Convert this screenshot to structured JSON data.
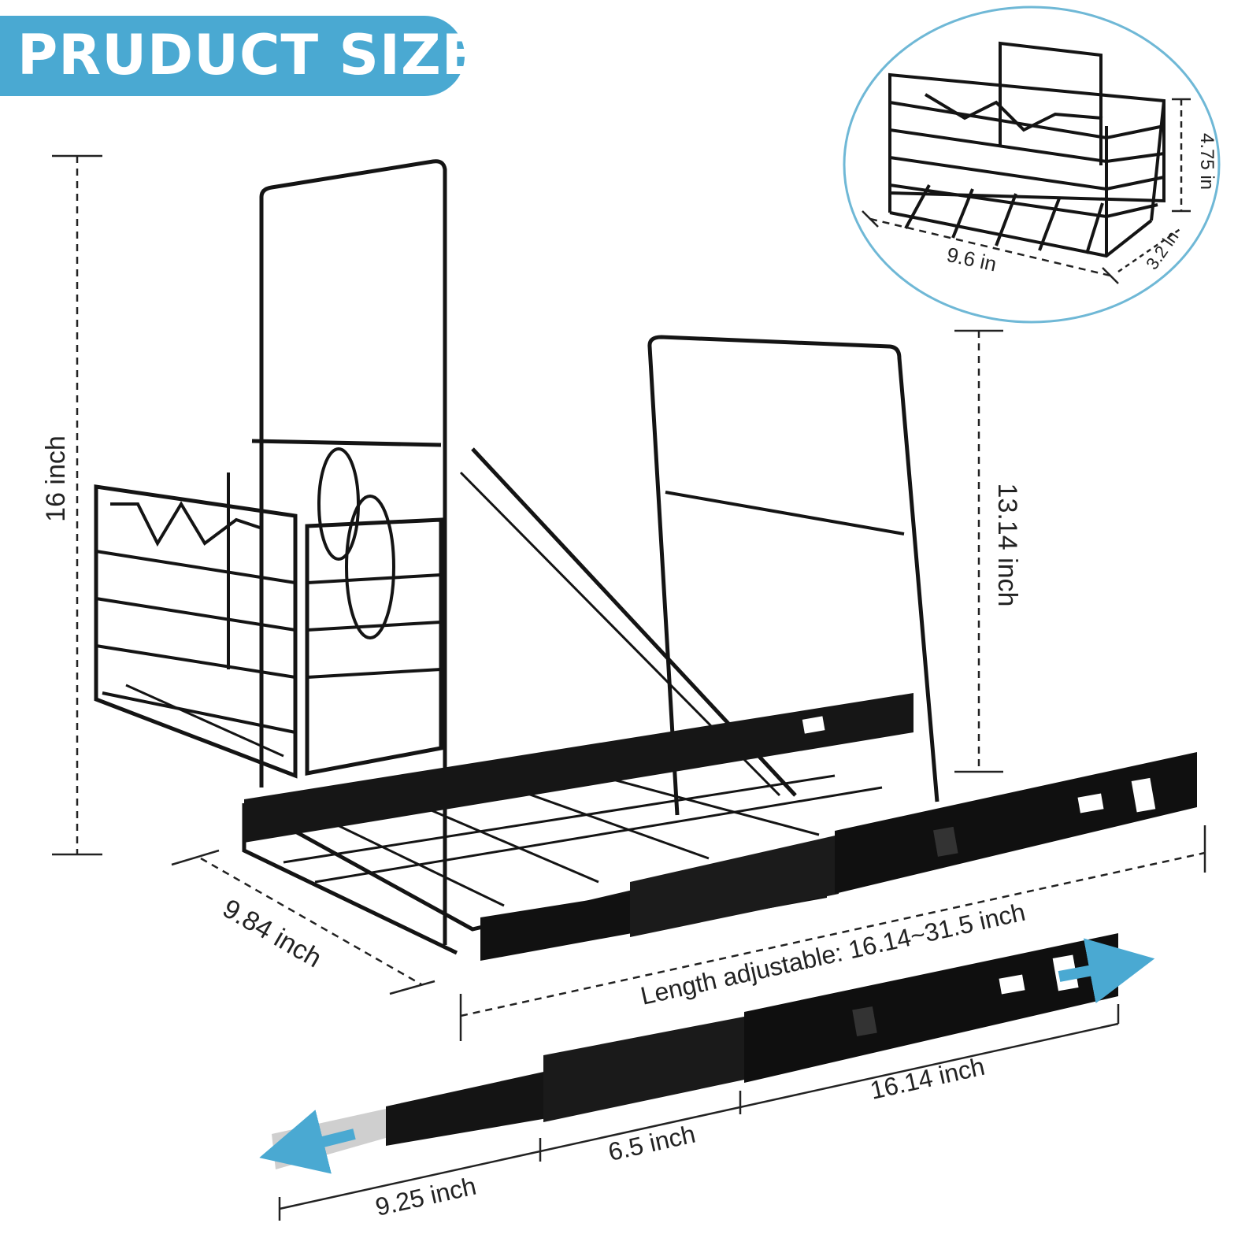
{
  "banner": {
    "title": "PRUDUCT SIZE"
  },
  "colors": {
    "banner": "#4aa9d2",
    "circle_border": "#6fb8d6",
    "wire": "#141414",
    "arrow": "#4aa9d2"
  },
  "dimensions": {
    "height": "16 inch",
    "inner_height": "13.14 inch",
    "width": "9.84 inch",
    "length": "Length adjustable: 16.14~31.5 inch",
    "basket_length": "9.6 in",
    "basket_height": "4.75 in",
    "basket_depth": "3.2 in",
    "rail_segment_1": "9.25 inch",
    "rail_segment_2": "6.5 inch",
    "rail_segment_3": "16.14 inch"
  }
}
